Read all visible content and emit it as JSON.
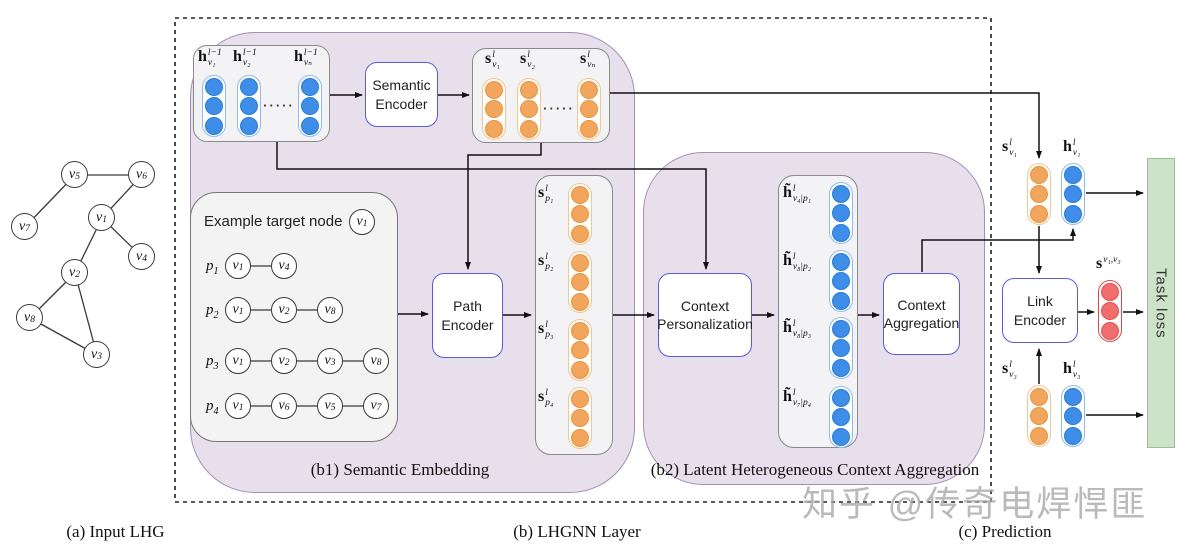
{
  "captions": {
    "input": "(a) Input LHG",
    "layer": "(b) LHGNN Layer",
    "prediction": "(c) Prediction",
    "b1": "(b1) Semantic Embedding",
    "b2": "(b2) Latent Heterogeneous Context Aggregation"
  },
  "watermark": "知乎 @传奇电焊悍匪",
  "colors": {
    "region_purple": "#E7DFEC",
    "panel_gray": "#F3F3F5",
    "node_blue": "#3E8EE9",
    "node_orange": "#F2A55C",
    "node_red": "#F26D6D",
    "task_loss_green": "#CDE3C9",
    "encoder_border": "#5B5BD8"
  },
  "input_graph": {
    "nodes": [
      {
        "base": "v",
        "sub": "5"
      },
      {
        "base": "v",
        "sub": "6"
      },
      {
        "base": "v",
        "sub": "7"
      },
      {
        "base": "v",
        "sub": "1"
      },
      {
        "base": "v",
        "sub": "4"
      },
      {
        "base": "v",
        "sub": "2"
      },
      {
        "base": "v",
        "sub": "8"
      },
      {
        "base": "v",
        "sub": "3"
      }
    ],
    "edges": [
      "v5–v6",
      "v5–v7",
      "v6–v1",
      "v1–v4",
      "v1–v2",
      "v2–v8",
      "v2–v3",
      "v8–v3"
    ]
  },
  "b1": {
    "hidden_box": {
      "labels": [
        {
          "base": "h",
          "sup": "l−1",
          "sub": "v₁"
        },
        {
          "base": "h",
          "sup": "l−1",
          "sub": "v₂"
        },
        {
          "base": "h",
          "sup": "l−1",
          "sub": "vₙ"
        }
      ],
      "dots": "·····"
    },
    "semantic_encoder": "Semantic Encoder",
    "semantic_box": {
      "labels": [
        {
          "base": "s",
          "sup": "l",
          "sub": "v₁"
        },
        {
          "base": "s",
          "sup": "l",
          "sub": "v₂"
        },
        {
          "base": "s",
          "sup": "l",
          "sub": "vₙ"
        }
      ],
      "dots": "·····"
    },
    "example": {
      "title": "Example target node",
      "target": {
        "base": "v",
        "sub": "1"
      },
      "paths": [
        {
          "label": {
            "base": "p",
            "sub": "1"
          },
          "nodes": [
            {
              "base": "v",
              "sub": "1"
            },
            {
              "base": "v",
              "sub": "4"
            }
          ]
        },
        {
          "label": {
            "base": "p",
            "sub": "2"
          },
          "nodes": [
            {
              "base": "v",
              "sub": "1"
            },
            {
              "base": "v",
              "sub": "2"
            },
            {
              "base": "v",
              "sub": "8"
            }
          ]
        },
        {
          "label": {
            "base": "p",
            "sub": "3"
          },
          "nodes": [
            {
              "base": "v",
              "sub": "1"
            },
            {
              "base": "v",
              "sub": "2"
            },
            {
              "base": "v",
              "sub": "3"
            },
            {
              "base": "v",
              "sub": "8"
            }
          ]
        },
        {
          "label": {
            "base": "p",
            "sub": "4"
          },
          "nodes": [
            {
              "base": "v",
              "sub": "1"
            },
            {
              "base": "v",
              "sub": "6"
            },
            {
              "base": "v",
              "sub": "5"
            },
            {
              "base": "v",
              "sub": "7"
            }
          ]
        }
      ]
    },
    "path_encoder": "Path Encoder",
    "path_box": {
      "labels": [
        {
          "base": "s",
          "sup": "l",
          "sub": "p₁"
        },
        {
          "base": "s",
          "sup": "l",
          "sub": "p₂"
        },
        {
          "base": "s",
          "sup": "l",
          "sub": "p₃"
        },
        {
          "base": "s",
          "sup": "l",
          "sub": "p₄"
        }
      ]
    }
  },
  "b2": {
    "context_personalization": "Context Personalization",
    "context_box": {
      "labels": [
        {
          "base": "h̃",
          "sup": "l",
          "sub": "v₄|p₁"
        },
        {
          "base": "h̃",
          "sup": "l",
          "sub": "v₈|p₂"
        },
        {
          "base": "h̃",
          "sup": "l",
          "sub": "v₈|p₃"
        },
        {
          "base": "h̃",
          "sup": "l",
          "sub": "v₇|p₄"
        }
      ]
    },
    "context_aggregation": "Context Aggregation"
  },
  "prediction": {
    "s_v1": {
      "base": "s",
      "sup": "l",
      "sub": "v₁"
    },
    "h_v1": {
      "base": "h",
      "sup": "l",
      "sub": "v₁"
    },
    "link_encoder": "Link Encoder",
    "s_link": {
      "base": "s",
      "sup": "",
      "sub": "v₁,v₃"
    },
    "s_v3": {
      "base": "s",
      "sup": "l",
      "sub": "v₃"
    },
    "h_v3": {
      "base": "h",
      "sup": "l",
      "sub": "v₃"
    },
    "task_loss": "Task loss"
  }
}
